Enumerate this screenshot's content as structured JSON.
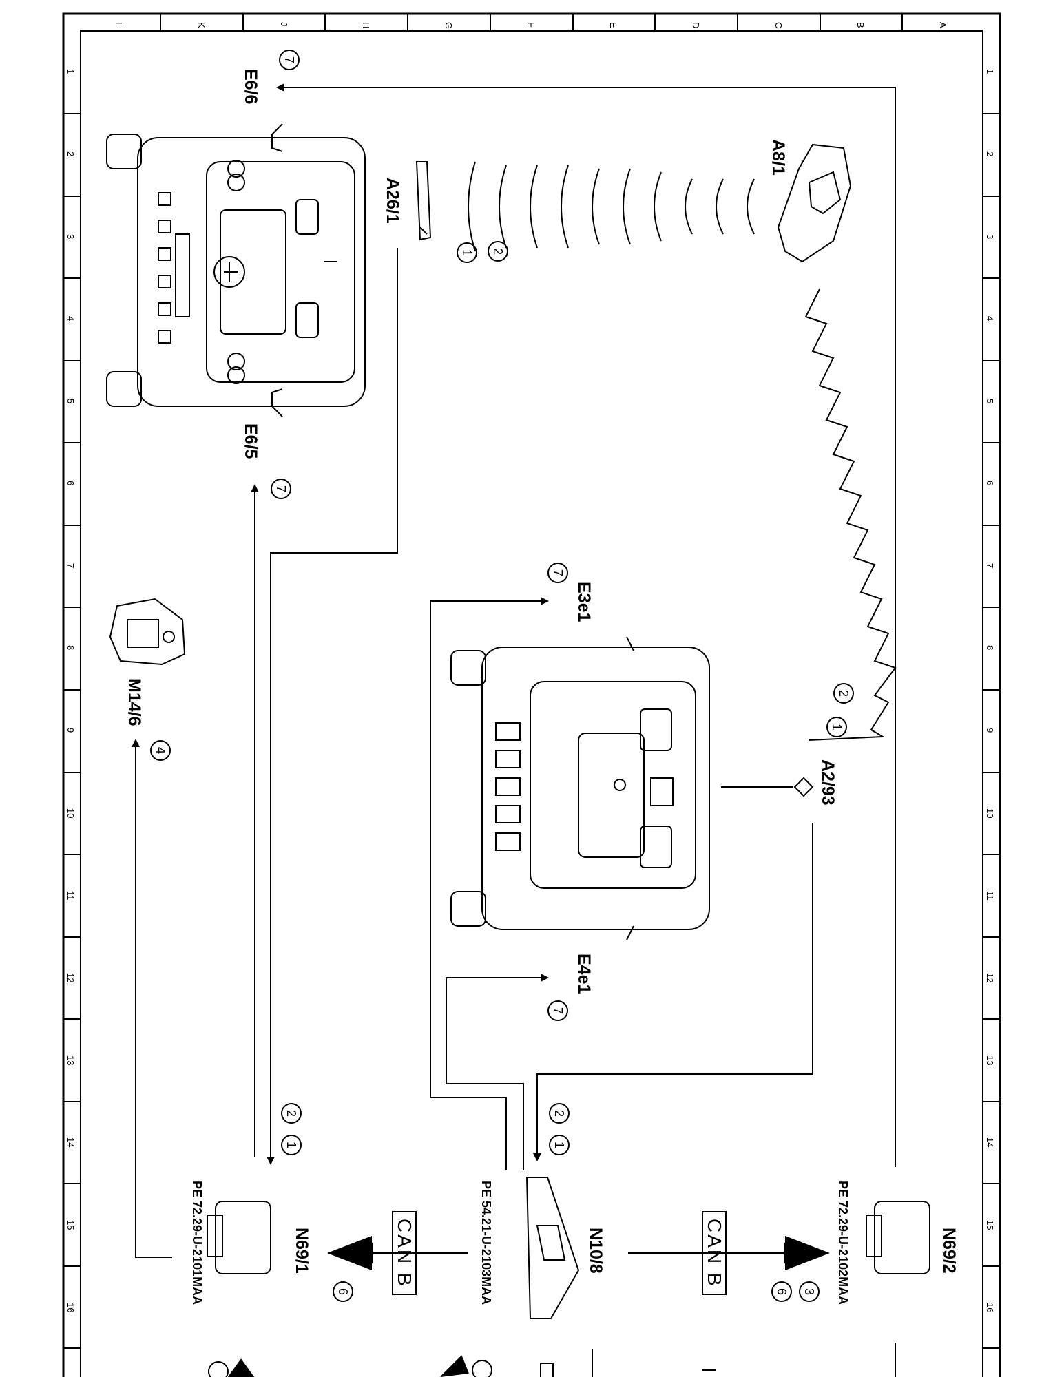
{
  "grid": {
    "columns": [
      "L",
      "K",
      "J",
      "H",
      "G",
      "F",
      "E",
      "D",
      "C",
      "B",
      "A"
    ],
    "rows": [
      "1",
      "2",
      "3",
      "4",
      "5",
      "6",
      "7",
      "8",
      "9",
      "10",
      "11",
      "12",
      "13",
      "14",
      "15",
      "16"
    ]
  },
  "components": {
    "e6_6": "E6/6",
    "e6_5": "E6/5",
    "a8_1": "A8/1",
    "a26_1": "A26/1",
    "m14_6": "M14/6",
    "e3e1": "E3e1",
    "e4e1": "E4e1",
    "a2_93": "A2/93",
    "n69_2": "N69/2",
    "n10_8": "N10/8",
    "n69_1": "N69/1"
  },
  "references": {
    "n69_2_ref": "PE 72.29-U-2102MAA",
    "n10_8_ref": "PE 54.21-U-2103MAA",
    "n69_1_ref": "PE 72.29-U-2101MAA"
  },
  "bus": {
    "left": "CAN B",
    "right": "CAN B"
  },
  "steps": {
    "s1": "1",
    "s2": "2",
    "s3": "3",
    "s4": "4",
    "s6": "6",
    "s7": "7"
  }
}
